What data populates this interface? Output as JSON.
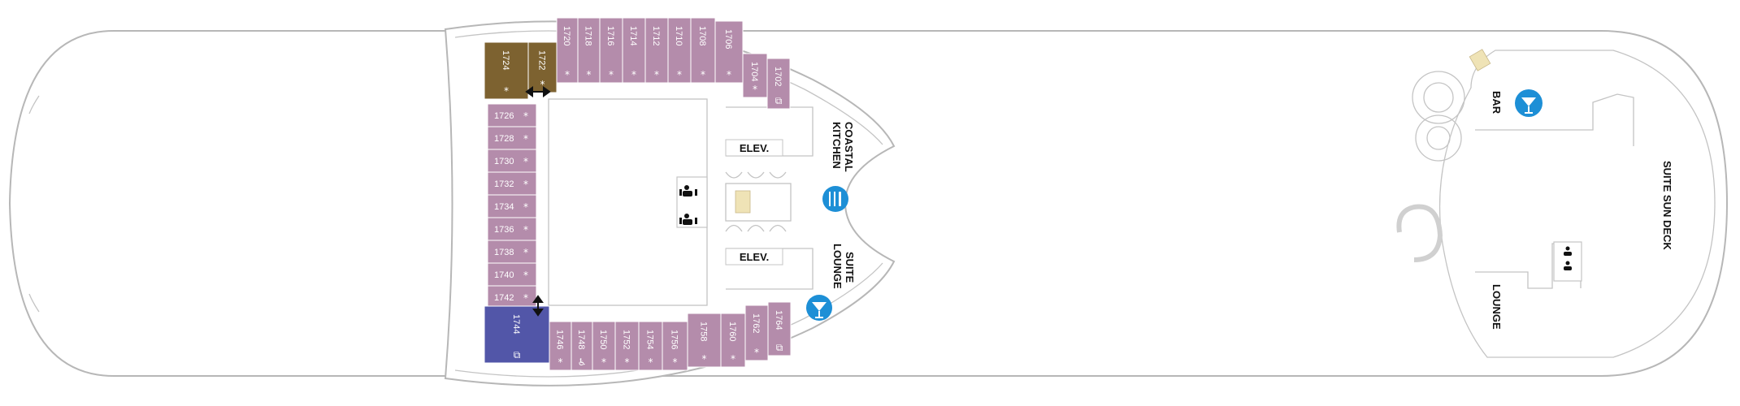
{
  "colors": {
    "stateroom": "#b48cab",
    "suite": "#7d6230",
    "suite_accessible": "#5256a8",
    "icon_blue": "#1d8fd6",
    "hull": "#b7b7b7"
  },
  "staterooms": [
    {
      "num": "1724",
      "cat": "suite",
      "mark": "star"
    },
    {
      "num": "1722",
      "cat": "suite",
      "mark": "star"
    },
    {
      "num": "1720",
      "cat": "stateroom",
      "mark": "star"
    },
    {
      "num": "1718",
      "cat": "stateroom",
      "mark": "star"
    },
    {
      "num": "1716",
      "cat": "stateroom",
      "mark": "star"
    },
    {
      "num": "1714",
      "cat": "stateroom",
      "mark": "star"
    },
    {
      "num": "1712",
      "cat": "stateroom",
      "mark": "star"
    },
    {
      "num": "1710",
      "cat": "stateroom",
      "mark": "star"
    },
    {
      "num": "1708",
      "cat": "stateroom",
      "mark": "star"
    },
    {
      "num": "1706",
      "cat": "stateroom",
      "mark": "star"
    },
    {
      "num": "1704",
      "cat": "stateroom",
      "mark": "star"
    },
    {
      "num": "1702",
      "cat": "stateroom",
      "mark": "sofa"
    },
    {
      "num": "1726",
      "cat": "stateroom",
      "mark": "star"
    },
    {
      "num": "1728",
      "cat": "stateroom",
      "mark": "star"
    },
    {
      "num": "1730",
      "cat": "stateroom",
      "mark": "star"
    },
    {
      "num": "1732",
      "cat": "stateroom",
      "mark": "star"
    },
    {
      "num": "1734",
      "cat": "stateroom",
      "mark": "star"
    },
    {
      "num": "1736",
      "cat": "stateroom",
      "mark": "star"
    },
    {
      "num": "1738",
      "cat": "stateroom",
      "mark": "star"
    },
    {
      "num": "1740",
      "cat": "stateroom",
      "mark": "star"
    },
    {
      "num": "1742",
      "cat": "stateroom",
      "mark": "star"
    },
    {
      "num": "1744",
      "cat": "suite_accessible",
      "mark": "sofa"
    },
    {
      "num": "1746",
      "cat": "stateroom",
      "mark": "star"
    },
    {
      "num": "1748",
      "cat": "stateroom",
      "mark": "wheelchair"
    },
    {
      "num": "1750",
      "cat": "stateroom",
      "mark": "star"
    },
    {
      "num": "1752",
      "cat": "stateroom",
      "mark": "star"
    },
    {
      "num": "1754",
      "cat": "stateroom",
      "mark": "star"
    },
    {
      "num": "1756",
      "cat": "stateroom",
      "mark": "star"
    },
    {
      "num": "1758",
      "cat": "stateroom",
      "mark": "star"
    },
    {
      "num": "1760",
      "cat": "stateroom",
      "mark": "star"
    },
    {
      "num": "1762",
      "cat": "stateroom",
      "mark": "star"
    },
    {
      "num": "1764",
      "cat": "stateroom",
      "mark": "sofa"
    }
  ],
  "labels": {
    "elev_upper": "ELEV.",
    "elev_lower": "ELEV.",
    "coastal_kitchen_1": "COASTAL",
    "coastal_kitchen_2": "KITCHEN",
    "suite_lounge_1": "SUITE",
    "suite_lounge_2": "LOUNGE",
    "bar": "BAR",
    "lounge": "LOUNGE",
    "suite_sun_deck": "SUITE SUN DECK"
  },
  "icons": {
    "dining": "fork-knife-icon",
    "bar_upper": "martini-glass-icon",
    "bar_lower": "martini-glass-icon",
    "restroom": "restroom-icon",
    "connecting": "double-arrow-icon"
  },
  "symbols": {
    "star": "*",
    "sofa": "⧉",
    "wheelchair": "♿"
  }
}
